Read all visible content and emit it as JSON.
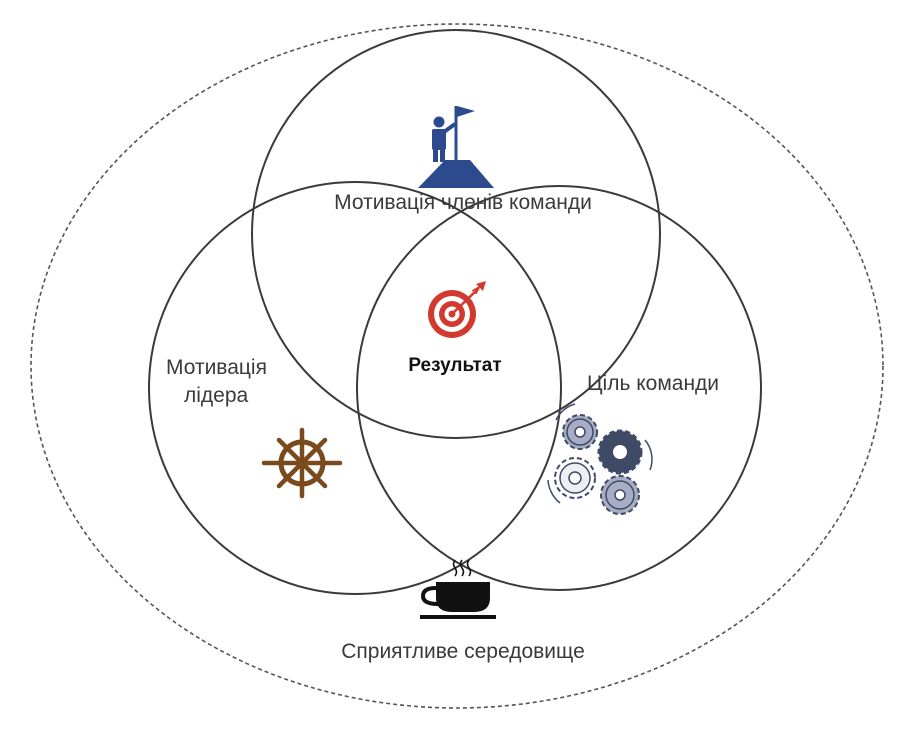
{
  "diagram": {
    "team_members_motivation": "Мотивація членів команди",
    "leader_motivation_line1": "Мотивація",
    "leader_motivation_line2": "лідера",
    "team_goal": "Ціль команди",
    "result": "Результат",
    "environment": "Сприятливе середовище"
  },
  "colors": {
    "outline": "#3a3a3a",
    "dashed_outline": "#555555",
    "flag_icon": "#2d4a8e",
    "target_icon": "#d23a2f",
    "helm_icon": "#7a4a1c",
    "gears_icon_dark": "#3f4a66",
    "gears_icon_light": "#a7adc4",
    "cup_icon": "#111111"
  },
  "icons": {
    "top": "flag-on-summit-icon",
    "center": "target-arrow-icon",
    "left": "ship-wheel-icon",
    "right": "gears-icon",
    "bottom": "coffee-cup-icon"
  }
}
